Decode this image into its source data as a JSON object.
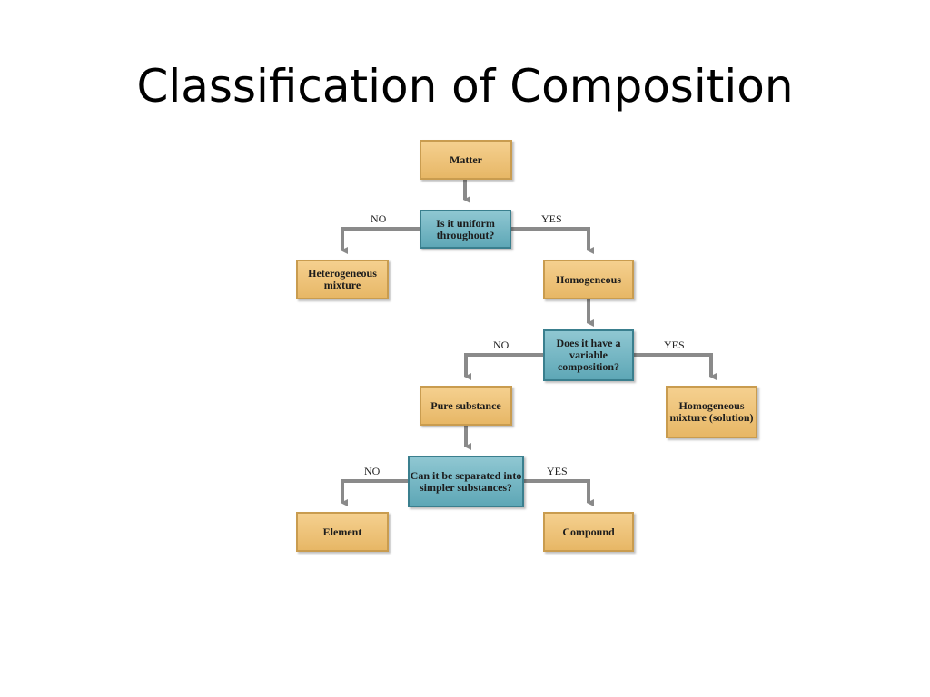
{
  "slide": {
    "title": "Classification of Composition"
  },
  "diagram": {
    "nodes": {
      "matter": "Matter",
      "q_uniform": "Is it uniform throughout?",
      "heterogeneous": "Heterogeneous mixture",
      "homogeneous": "Homogeneous",
      "q_variable": "Does it have a variable composition?",
      "pure_substance": "Pure substance",
      "homogeneous_mixture": "Homogeneous mixture (solution)",
      "q_separated": "Can it be separated into simpler substances?",
      "element": "Element",
      "compound": "Compound"
    },
    "edge_labels": {
      "no": "NO",
      "yes": "YES"
    },
    "colors": {
      "answer_box": "#e7b766",
      "question_box": "#5ea7b6",
      "connector": "#8a8a8a"
    }
  }
}
